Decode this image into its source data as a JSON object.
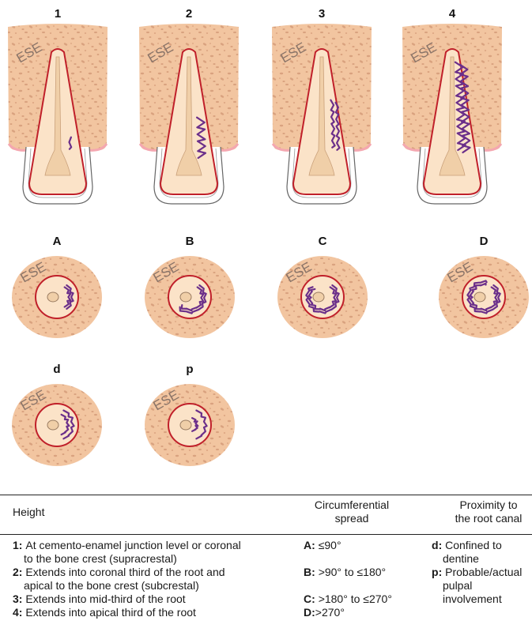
{
  "panels": {
    "longitudinal": [
      {
        "label": "1",
        "tissue_label": "ESE",
        "height": "1"
      },
      {
        "label": "2",
        "tissue_label": "ESE",
        "height": "2"
      },
      {
        "label": "3",
        "tissue_label": "ESE",
        "height": "3"
      },
      {
        "label": "4",
        "tissue_label": "ESE",
        "height": "4"
      }
    ],
    "cross_sections": [
      {
        "label": "A",
        "tissue_label": "ESE",
        "spread_deg": 90
      },
      {
        "label": "B",
        "tissue_label": "ESE",
        "spread_deg": 180
      },
      {
        "label": "C",
        "tissue_label": "ESE",
        "spread_deg": 270
      },
      {
        "label": "D",
        "tissue_label": "ESE",
        "spread_deg": 330
      }
    ],
    "proximity": [
      {
        "label": "d",
        "tissue_label": "ESE",
        "proximity": "dentine"
      },
      {
        "label": "p",
        "tissue_label": "ESE",
        "proximity": "pulpal"
      }
    ]
  },
  "legend": {
    "headers": {
      "height": "Height",
      "circumferential_line1": "Circumferential",
      "circumferential_line2": "spread",
      "proximity_line1": "Proximity to",
      "proximity_line2": "the root canal"
    },
    "height_items": [
      {
        "key": "1",
        "text_line1": "At cemento-enamel junction level or coronal",
        "text_line2": "to the bone crest (supracrestal)"
      },
      {
        "key": "2",
        "text_line1": "Extends into coronal third of the root and",
        "text_line2": "apical to the bone crest (subcrestal)"
      },
      {
        "key": "3",
        "text_line1": "Extends into mid-third of the root",
        "text_line2": ""
      },
      {
        "key": "4",
        "text_line1": "Extends into apical third of the root",
        "text_line2": ""
      }
    ],
    "spread_items": [
      {
        "key": "A",
        "text": "≤90°"
      },
      {
        "key": "B",
        "text": ">90° to ≤180°"
      },
      {
        "key": "C",
        "text": ">180° to ≤270°"
      },
      {
        "key": "D",
        "text": ">270°"
      }
    ],
    "proximity_items": [
      {
        "key": "d",
        "text_line1": "Confined  to",
        "text_line2": "dentine",
        "text_line3": ""
      },
      {
        "key": "p",
        "text_line1": "Probable/actual",
        "text_line2": "pulpal",
        "text_line3": "involvement"
      }
    ]
  },
  "colors": {
    "bone": "#f2c5a0",
    "bone_speckle": "#d9a27f",
    "root": "#fbe3c8",
    "pulp": "#f0cfa8",
    "ligament": "#c0202a",
    "gum": "#f4a7b0",
    "lesion": "#6b2f8a",
    "crown_outline": "#666666"
  }
}
